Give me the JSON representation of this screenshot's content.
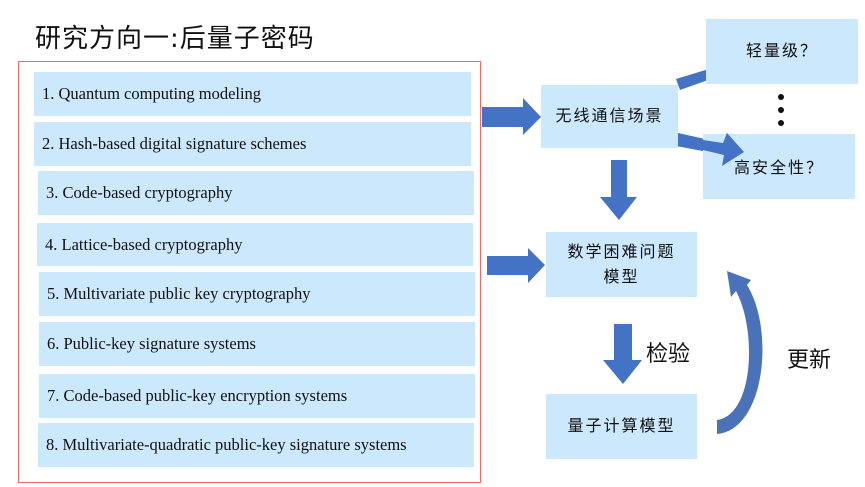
{
  "title": "研究方向一:后量子密码",
  "left_list": {
    "items": [
      "1. Quantum computing modeling",
      "2. Hash-based digital signature schemes",
      "3. Code-based cryptography",
      "4. Lattice-based cryptography",
      "5. Multivariate public key cryptography",
      "6. Public-key signature systems",
      "7. Code-based public-key encryption systems",
      "8. Multivariate-quadratic public-key signature systems"
    ]
  },
  "nodes": {
    "wireless": "无线通信场景",
    "lightweight": "轻量级？",
    "high_security": "高安全性？",
    "math_problem_line1": "数学困难问题",
    "math_problem_line2": "模型",
    "quantum_model": "量子计算模型"
  },
  "labels": {
    "verify": "检验",
    "update": "更新"
  },
  "colors": {
    "box_fill": "#cce8fc",
    "arrow": "#4472c4",
    "frame_border": "#f06a6a"
  }
}
